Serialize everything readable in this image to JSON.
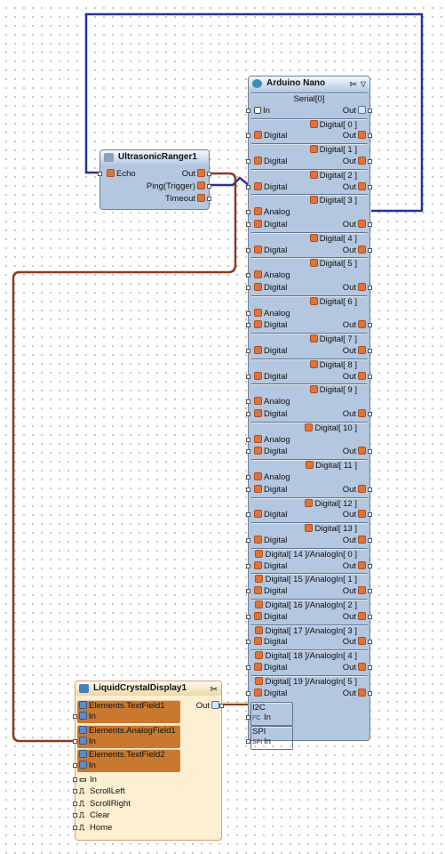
{
  "colors": {
    "wire_blue": "#27329a",
    "wire_red": "#8b3a22",
    "nano_body": "#b4c7e0",
    "lcd_body": "#fcefd2",
    "lcd_pin_group": "#c9782f"
  },
  "arduino": {
    "title": "Arduino Nano",
    "serial": {
      "label": "Serial[0]",
      "in": "In",
      "out": "Out"
    },
    "digital": [
      {
        "label": "Digital[ 0 ]",
        "left": [
          "Digital"
        ],
        "out": "Out"
      },
      {
        "label": "Digital[ 1 ]",
        "left": [
          "Digital"
        ],
        "out": "Out"
      },
      {
        "label": "Digital[ 2 ]",
        "left": [
          "Digital"
        ],
        "out": "Out"
      },
      {
        "label": "Digital[ 3 ]",
        "left": [
          "Analog",
          "Digital"
        ],
        "out": "Out"
      },
      {
        "label": "Digital[ 4 ]",
        "left": [
          "Digital"
        ],
        "out": "Out"
      },
      {
        "label": "Digital[ 5 ]",
        "left": [
          "Analog",
          "Digital"
        ],
        "out": "Out"
      },
      {
        "label": "Digital[ 6 ]",
        "left": [
          "Analog",
          "Digital"
        ],
        "out": "Out"
      },
      {
        "label": "Digital[ 7 ]",
        "left": [
          "Digital"
        ],
        "out": "Out"
      },
      {
        "label": "Digital[ 8 ]",
        "left": [
          "Digital"
        ],
        "out": "Out"
      },
      {
        "label": "Digital[ 9 ]",
        "left": [
          "Analog",
          "Digital"
        ],
        "out": "Out"
      },
      {
        "label": "Digital[ 10 ]",
        "left": [
          "Analog",
          "Digital"
        ],
        "out": "Out"
      },
      {
        "label": "Digital[ 11 ]",
        "left": [
          "Analog",
          "Digital"
        ],
        "out": "Out"
      },
      {
        "label": "Digital[ 12 ]",
        "left": [
          "Digital"
        ],
        "out": "Out"
      },
      {
        "label": "Digital[ 13 ]",
        "left": [
          "Digital"
        ],
        "out": "Out"
      },
      {
        "label": "Digital[ 14 ]/AnalogIn[ 0 ]",
        "left": [
          "Digital"
        ],
        "out": "Out"
      },
      {
        "label": "Digital[ 15 ]/AnalogIn[ 1 ]",
        "left": [
          "Digital"
        ],
        "out": "Out"
      },
      {
        "label": "Digital[ 16 ]/AnalogIn[ 2 ]",
        "left": [
          "Digital"
        ],
        "out": "Out"
      },
      {
        "label": "Digital[ 17 ]/AnalogIn[ 3 ]",
        "left": [
          "Digital"
        ],
        "out": "Out"
      },
      {
        "label": "Digital[ 18 ]/AnalogIn[ 4 ]",
        "left": [
          "Digital"
        ],
        "out": "Out"
      },
      {
        "label": "Digital[ 19 ]/AnalogIn[ 5 ]",
        "left": [
          "Digital"
        ],
        "out": "Out"
      }
    ],
    "i2c": {
      "label": "I2C",
      "in": "In"
    },
    "spi": {
      "label": "SPI",
      "in": "In"
    }
  },
  "ultrasonic": {
    "title": "UltrasonicRanger1",
    "echo": "Echo",
    "out": "Out",
    "ping": "Ping(Trigger)",
    "timeout": "Timeout"
  },
  "lcd": {
    "title": "LiquidCrystalDisplay1",
    "out": "Out",
    "groups": [
      {
        "label": "Elements.TextField1",
        "in": "In"
      },
      {
        "label": "Elements.AnalogField1",
        "in": "In"
      },
      {
        "label": "Elements.TextField2",
        "in": "In"
      }
    ],
    "pins": [
      {
        "label": "In",
        "icon": "monitor-icon"
      },
      {
        "label": "ScrollLeft",
        "icon": "clock-pulse-icon"
      },
      {
        "label": "ScrollRight",
        "icon": "clock-pulse-icon"
      },
      {
        "label": "Clear",
        "icon": "clock-pulse-icon"
      },
      {
        "label": "Home",
        "icon": "clock-pulse-icon"
      }
    ]
  }
}
